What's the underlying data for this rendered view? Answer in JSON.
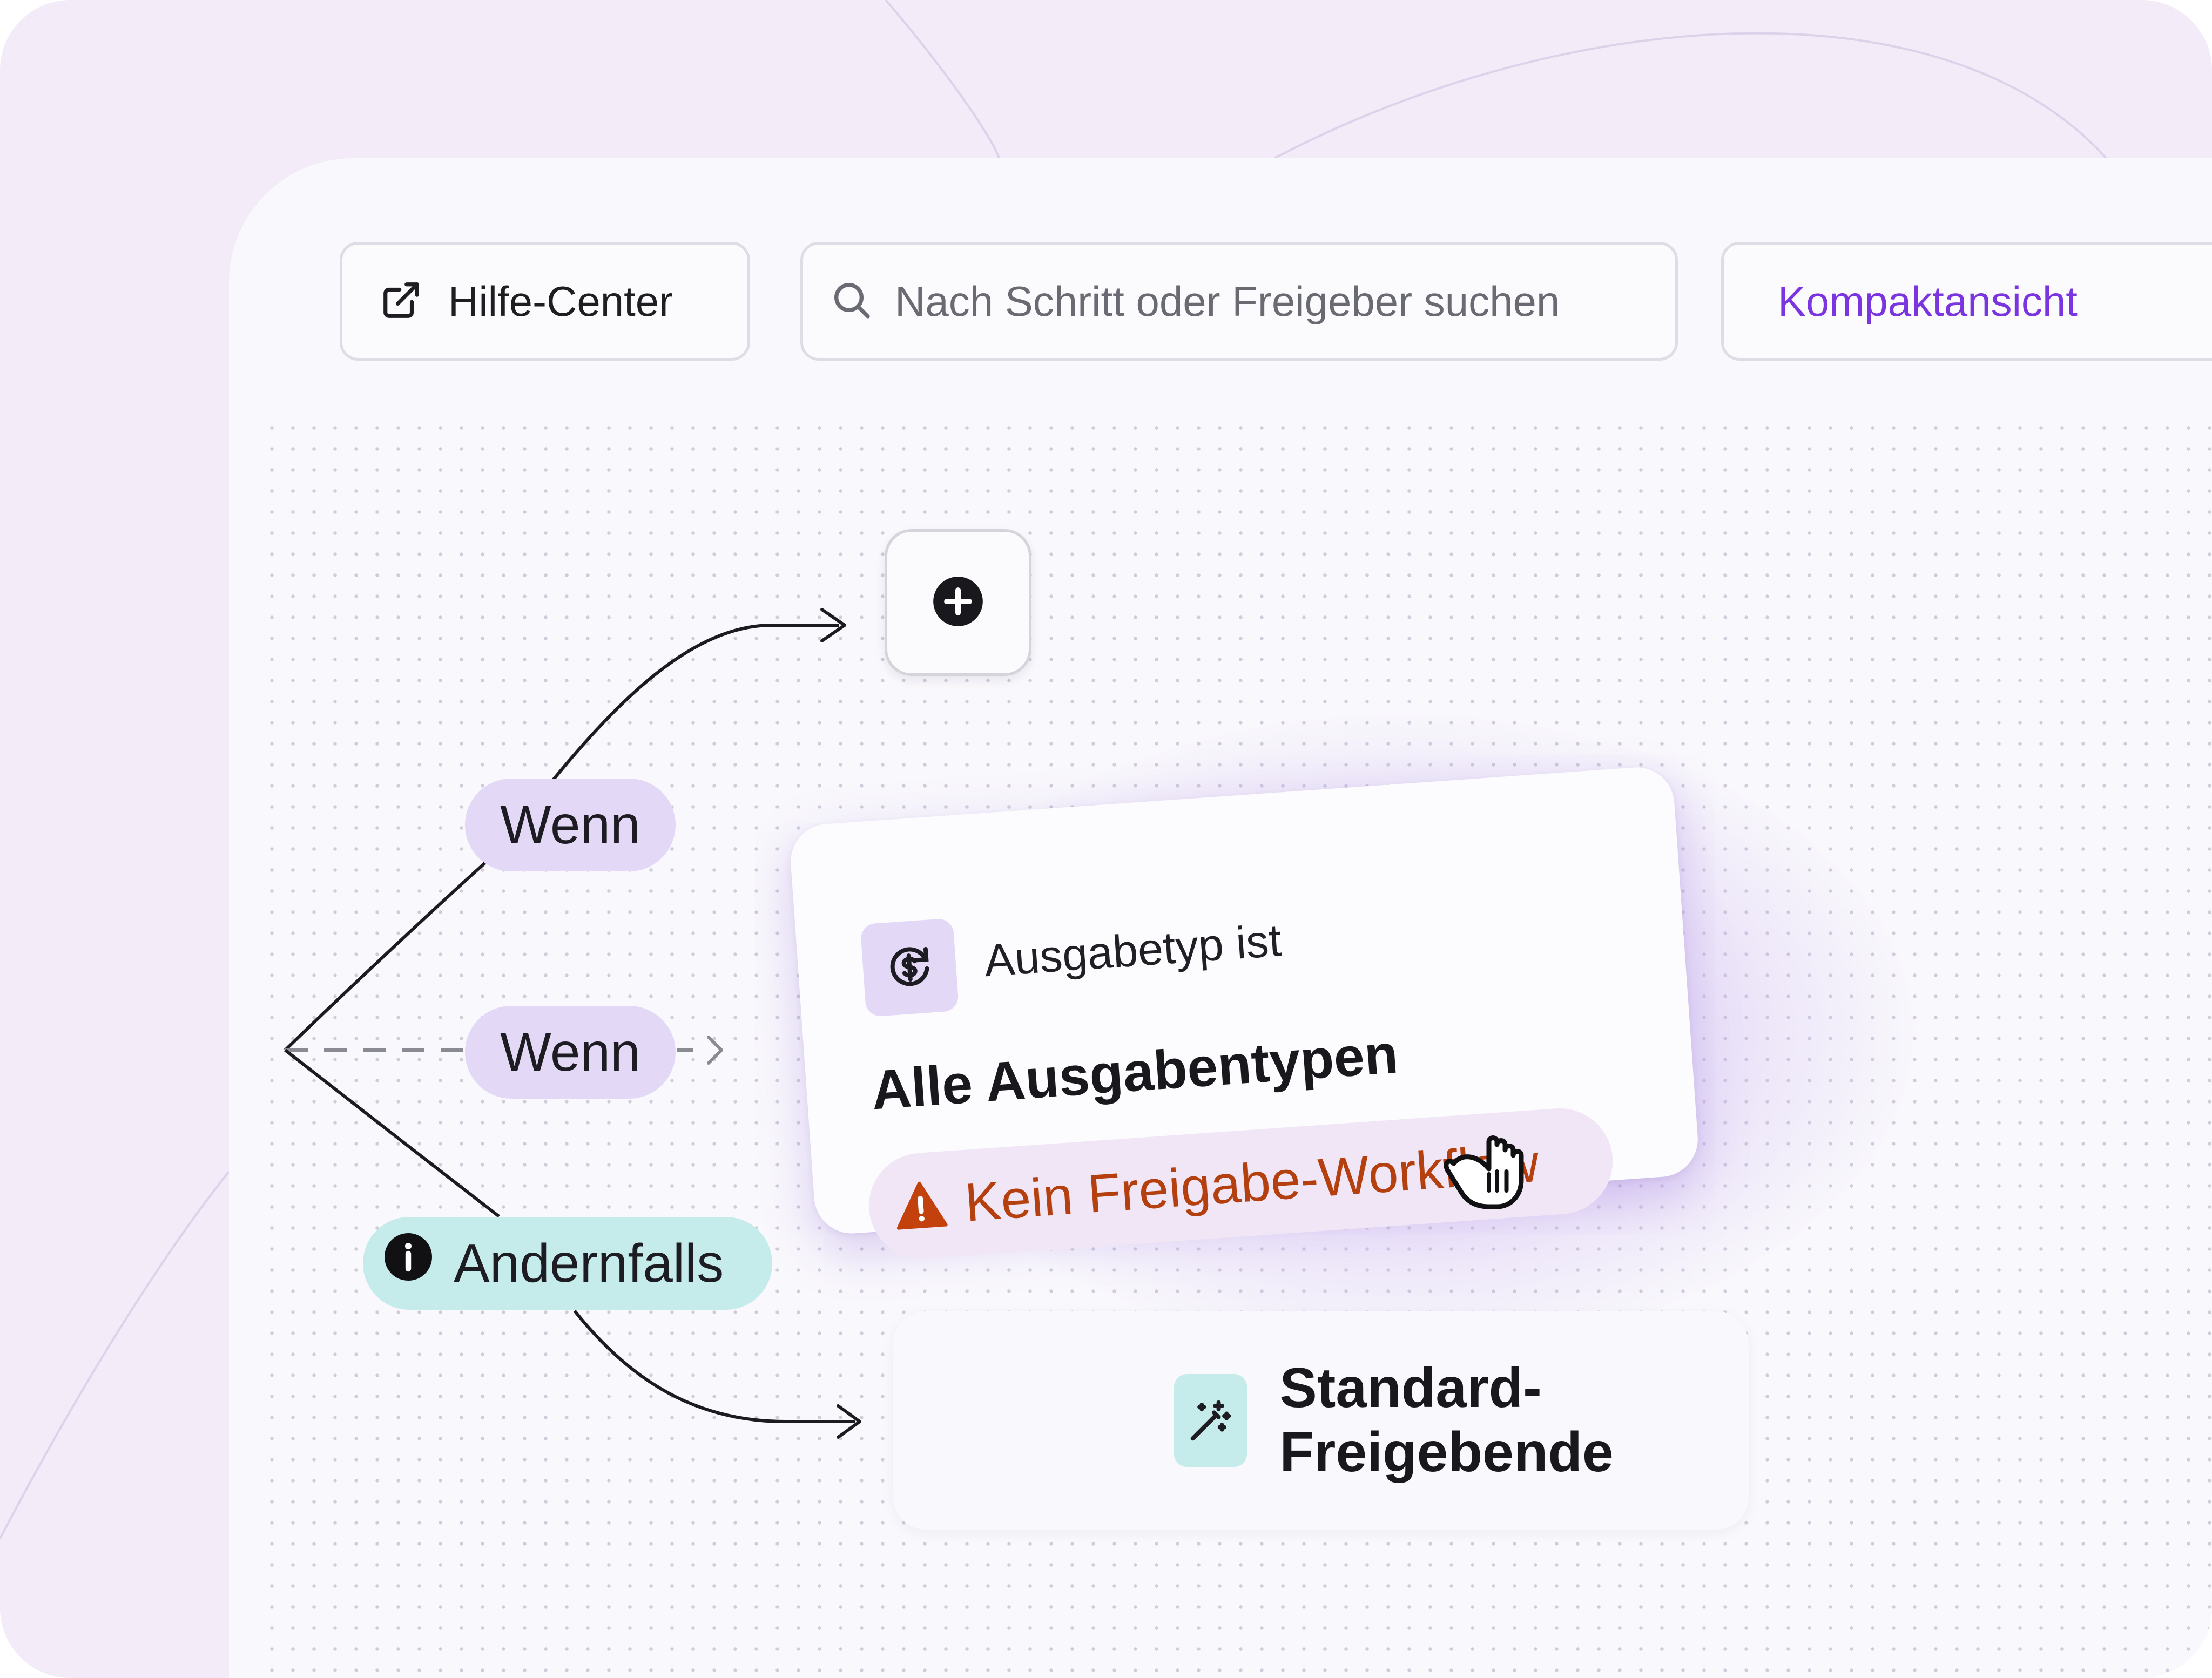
{
  "toolbar": {
    "help_center_label": "Hilfe-Center",
    "search_placeholder": "Nach Schritt oder Freigeber suchen",
    "compact_view_label": "Kompaktansicht"
  },
  "workflow": {
    "branches": [
      {
        "label": "Wenn"
      },
      {
        "label": "Wenn"
      },
      {
        "label": "Andernfalls"
      }
    ],
    "condition_card": {
      "label": "Ausgabetyp ist",
      "value": "Alle Ausgabentypen",
      "warning": "Kein Freigabe-Workflow"
    },
    "default_step": {
      "label": "Standard-Freigebende"
    }
  },
  "icons": {
    "help_center": "external-link-icon",
    "search": "search-icon",
    "add_step": "plus-circle-icon",
    "fallback_info": "info-icon",
    "condition": "currency-exchange-icon",
    "warning": "warning-triangle-icon",
    "default_step": "magic-wand-icon",
    "cursor": "grab-hand-cursor-icon"
  },
  "colors": {
    "accent_purple": "#7a34e0",
    "condition_pill": "#e4d8f7",
    "fallback_pill": "#c5ebeb",
    "warning_text": "#b5400f",
    "warning_icon": "#c2410c"
  }
}
